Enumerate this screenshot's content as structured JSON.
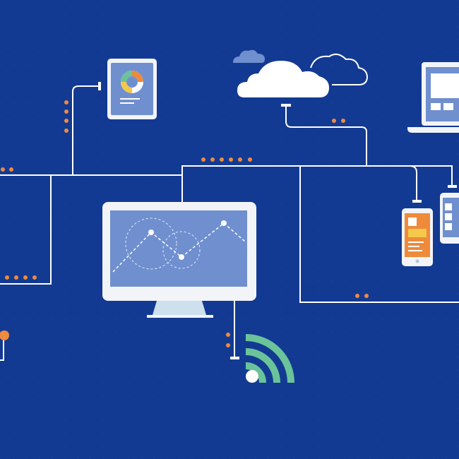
{
  "scene": {
    "background": "#133a92",
    "line_color": "#ffffff",
    "dot_color": "#f08a3e",
    "screen_color": "#6f8fcf",
    "device_frame_color": "#f2f4f8",
    "accent_colors": [
      "#ee8a3a",
      "#6bc39a",
      "#f4c94a",
      "#3d6fd1"
    ],
    "wifi_color": "#6bc39a"
  },
  "devices": [
    {
      "name": "tablet-donut-chart",
      "icon": "donut-chart-icon"
    },
    {
      "name": "cloud-server",
      "icon": "cloud-icon"
    },
    {
      "name": "laptop",
      "icon": "laptop-icon"
    },
    {
      "name": "desktop-monitor",
      "icon": "line-chart-icon"
    },
    {
      "name": "smartphone-orange",
      "icon": "smartphone-icon"
    },
    {
      "name": "smartphone-white",
      "icon": "smartphone-icon"
    },
    {
      "name": "wifi-signal",
      "icon": "wifi-icon"
    }
  ]
}
